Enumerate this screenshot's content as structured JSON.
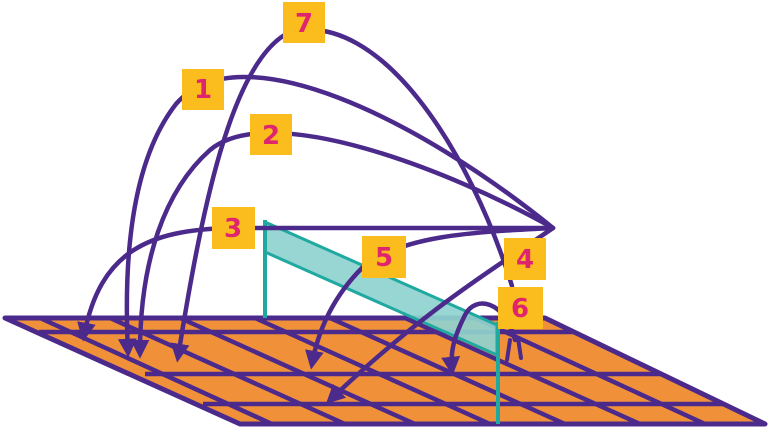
{
  "colors": {
    "court_fill": "#f0913a",
    "court_lines": "#4b2a8c",
    "net_post": "#1fa9a1",
    "net_band": "#8fd3cf",
    "trajectory": "#4b2a8c",
    "label_box": "#fbbd1d",
    "label_text": "#e0256f"
  },
  "labels": [
    {
      "id": "1",
      "text": "1"
    },
    {
      "id": "2",
      "text": "2"
    },
    {
      "id": "3",
      "text": "3"
    },
    {
      "id": "4",
      "text": "4"
    },
    {
      "id": "5",
      "text": "5"
    },
    {
      "id": "6",
      "text": "6"
    },
    {
      "id": "7",
      "text": "7"
    }
  ]
}
